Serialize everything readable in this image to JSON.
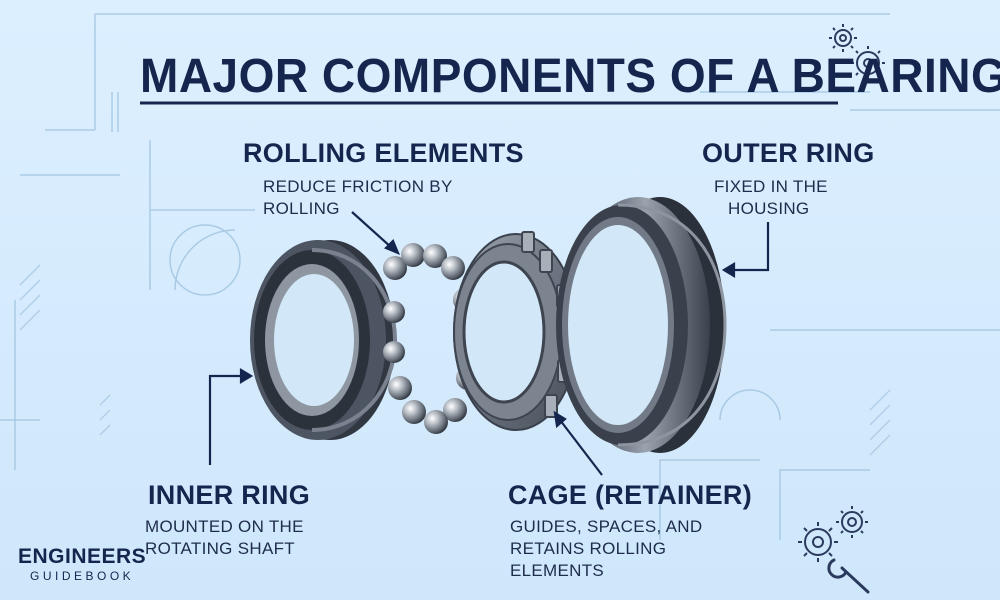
{
  "title": "MAJOR COMPONENTS OF A BEARING",
  "components": {
    "rolling_elements": {
      "heading": "ROLLING ELEMENTS",
      "description": [
        "REDUCE FRICTION BY",
        "ROLLING"
      ]
    },
    "outer_ring": {
      "heading": "OUTER RING",
      "description": [
        "FIXED IN THE",
        "HOUSING"
      ]
    },
    "inner_ring": {
      "heading": "INNER RING",
      "description": [
        "MOUNTED ON THE",
        "ROTATING SHAFT"
      ]
    },
    "cage": {
      "heading": "CAGE (RETAINER)",
      "description": [
        "GUIDES, SPACES, AND",
        "RETAINS ROLLING",
        "ELEMENTS"
      ]
    }
  },
  "logo": {
    "line1": "ENGINEERS",
    "line2": "GUIDEBOOK"
  },
  "colors": {
    "background": "#d8ecfa",
    "text": "#14264d",
    "metal": "#4a5260"
  },
  "icons": [
    "gear-icon",
    "gear-icon",
    "wrench-icon"
  ]
}
